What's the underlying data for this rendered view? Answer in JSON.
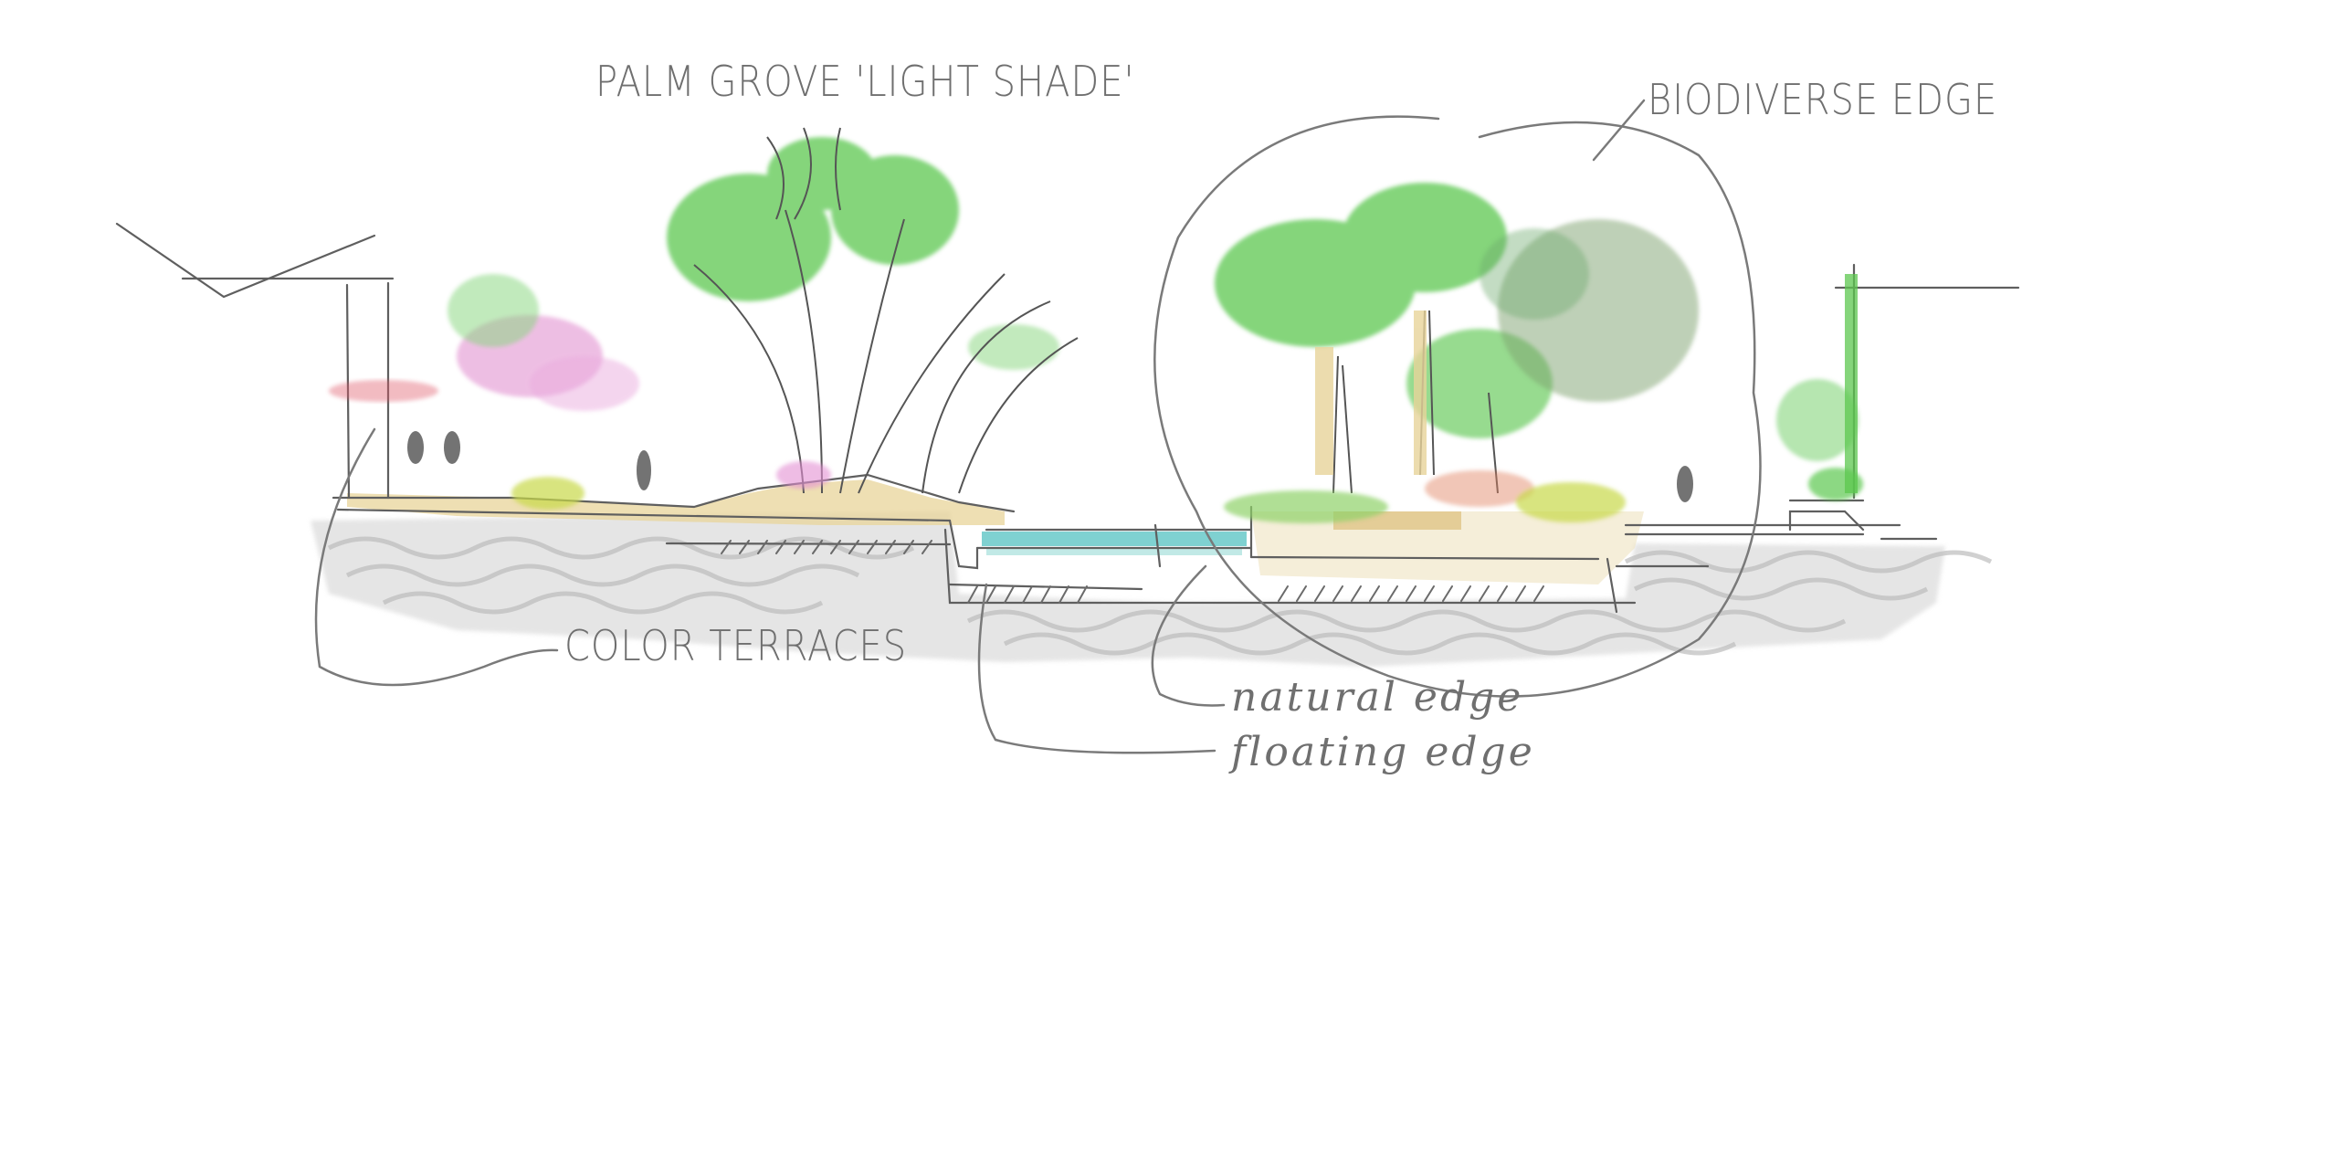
{
  "sketch": {
    "annotations": {
      "palm_grove": "PALM GROVE 'LIGHT SHADE'",
      "biodiverse_edge": "BIODIVERSE EDGE",
      "color_terraces": "COLOR TERRACES",
      "natural_edge": "natural edge",
      "floating_edge": "floating edge"
    },
    "colors": {
      "ink": "#6f6f6f",
      "leaf_green": "#5cc74f",
      "leaf_dark": "#4a9a3d",
      "blossom_pink": "#d96fc2",
      "flower_red": "#e05a6a",
      "sand": "#e8d49a",
      "water": "#5fc6c6",
      "ground_grey": "#c9c9c9"
    }
  }
}
